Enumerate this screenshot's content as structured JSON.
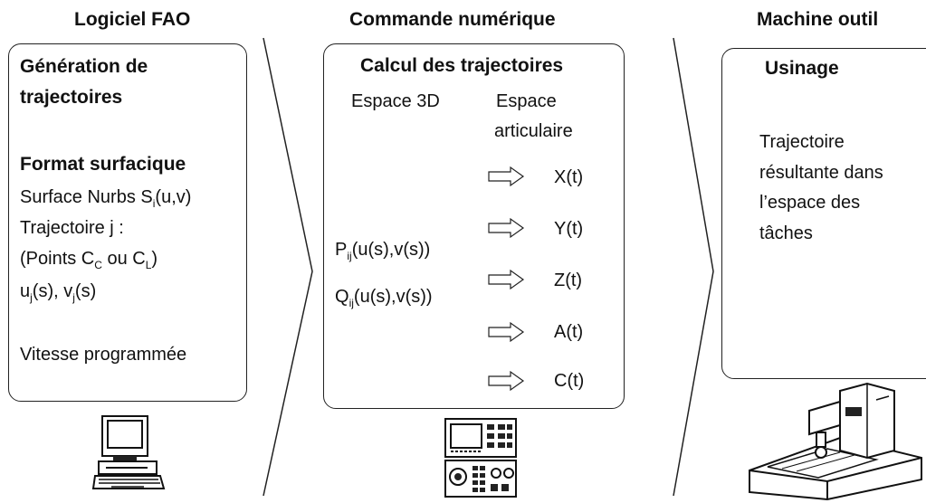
{
  "columns": [
    {
      "title": "Logiciel FAO"
    },
    {
      "title": "Commande numérique"
    },
    {
      "title": "Machine outil"
    }
  ],
  "fao": {
    "heading": [
      "Génération de",
      "trajectoires"
    ],
    "format_heading": "Format surfacique",
    "lines": [
      {
        "pre": "Surface Nurbs S",
        "sub": "i",
        "post": "(u,v)"
      },
      {
        "pre": "Trajectoire j :",
        "sub": "",
        "post": ""
      },
      {
        "pre": "(Points C",
        "sub": "C",
        "post": " ou C",
        "sub2": "L",
        "post2": ")"
      },
      {
        "pre": "u",
        "sub": "j",
        "post": "(s), v",
        "sub2": "j",
        "post2": "(s)"
      }
    ],
    "speed": "Vitesse programmée"
  },
  "cn": {
    "heading": "Calcul des trajectoires",
    "col1": "Espace 3D",
    "col2": [
      "Espace",
      "articulaire"
    ],
    "inputs": [
      {
        "pre": "P",
        "sub": "ij",
        "post": "(u(s),v(s))"
      },
      {
        "pre": "Q",
        "sub": "ij",
        "post": "(u(s),v(s))"
      }
    ],
    "outputs": [
      "X(t)",
      "Y(t)",
      "Z(t)",
      "A(t)",
      "C(t)"
    ]
  },
  "mo": {
    "heading": "Usinage",
    "text": [
      "Trajectoire",
      "résultante dans",
      "l’espace des",
      "tâches"
    ]
  }
}
